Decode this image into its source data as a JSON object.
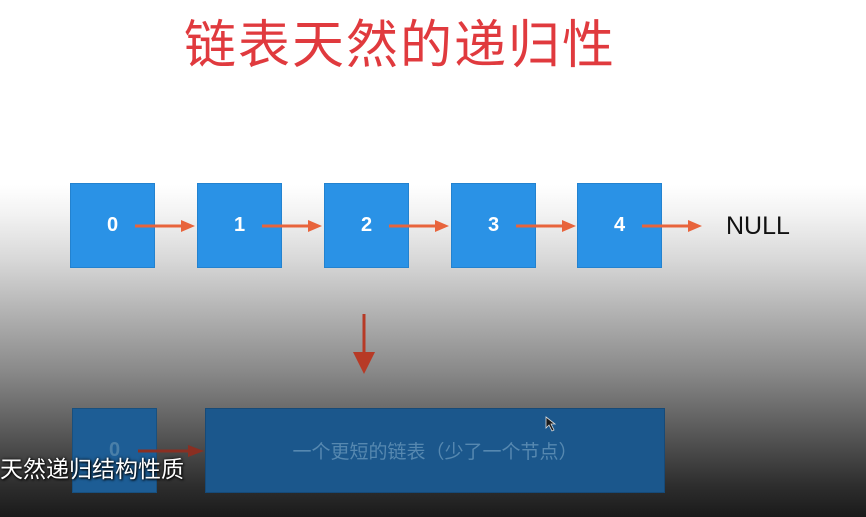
{
  "title": "链表天然的递归性",
  "list": {
    "nodes": [
      "0",
      "1",
      "2",
      "3",
      "4"
    ],
    "terminator": "NULL"
  },
  "recursion": {
    "head_node": "0",
    "shorter_list_label": "一个更短的链表（少了一个节点）"
  },
  "subtitle": "天然递归结构性质",
  "colors": {
    "title": "#e03a3e",
    "node_fill": "#2a92e6",
    "arrow": "#e8643c",
    "down_arrow": "#b73a26",
    "subtitle_text": "#ffffff"
  }
}
